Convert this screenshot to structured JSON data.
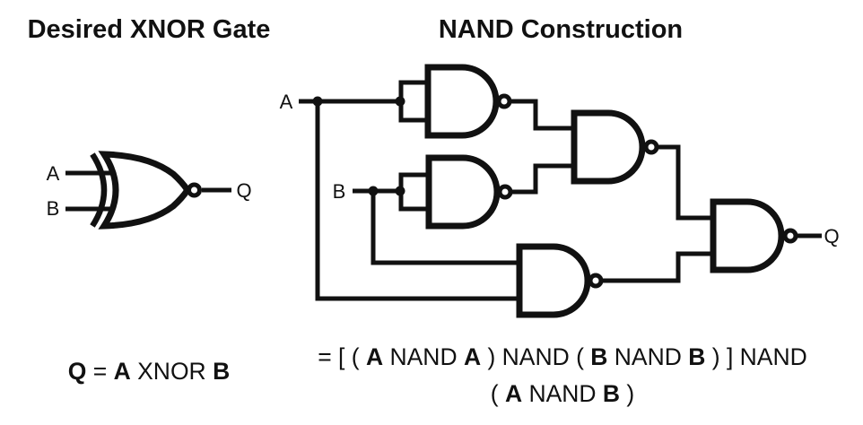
{
  "colors": {
    "ink": "#111111",
    "background": "#ffffff"
  },
  "left_panel": {
    "title": "Desired XNOR Gate",
    "gate_labels": {
      "input_a": "A",
      "input_b": "B",
      "output": "Q"
    },
    "formula_segments": [
      {
        "text": "Q",
        "bold": true
      },
      {
        "text": " = ",
        "bold": false
      },
      {
        "text": "A",
        "bold": true
      },
      {
        "text": " XNOR ",
        "bold": false
      },
      {
        "text": "B",
        "bold": true
      }
    ]
  },
  "right_panel": {
    "title": "NAND Construction",
    "labels": {
      "input_a": "A",
      "input_b": "B",
      "output": "Q"
    },
    "gate_count": 5,
    "formula_line1_segments": [
      {
        "text": "= [ ( ",
        "bold": false
      },
      {
        "text": "A",
        "bold": true
      },
      {
        "text": " NAND ",
        "bold": false
      },
      {
        "text": "A",
        "bold": true
      },
      {
        "text": " ) NAND ( ",
        "bold": false
      },
      {
        "text": "B",
        "bold": true
      },
      {
        "text": " NAND ",
        "bold": false
      },
      {
        "text": "B",
        "bold": true
      },
      {
        "text": " ) ] NAND",
        "bold": false
      }
    ],
    "formula_line2_segments": [
      {
        "text": "( ",
        "bold": false
      },
      {
        "text": "A",
        "bold": true
      },
      {
        "text": " NAND ",
        "bold": false
      },
      {
        "text": "B",
        "bold": true
      },
      {
        "text": " )",
        "bold": false
      }
    ]
  }
}
